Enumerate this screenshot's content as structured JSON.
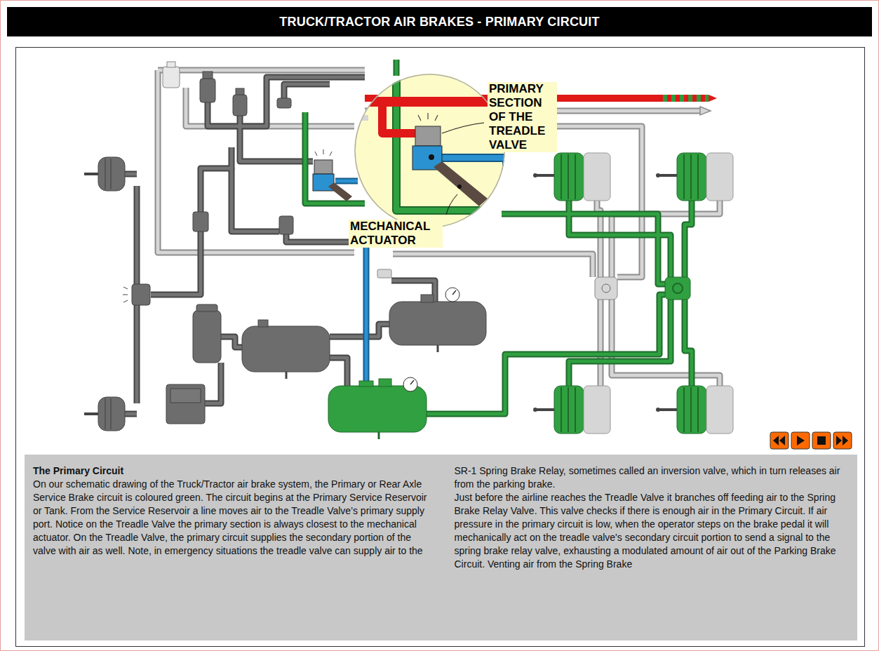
{
  "diagram": {
    "title": "TRUCK/TRACTOR AIR BRAKES - PRIMARY CIRCUIT",
    "nodes": [
      {
        "text": [
          "PRIMARY SECTION OF THE TREADLE VALVE",
          "MECHANICAL ACTUATOR"
        ]
      },
      {
        "text": [
          "The Primary Circuit",
          "On our schematic drawing of the Truck/Tractor air brake system, the Primary or Rear Axle Service Brake circuit is coloured green. The circuit begins at the Primary Service Reservoir or Tank. From the Service Reservoir a line moves air to the Treadle Valve’s primary supply port. Notice on the Treadle Valve the primary section is always closest to the mechanical actuator. On the Treadle Valve, the primary circuit supplies the secondary portion of the valve with air as well. Note, in emergency situations the treadle valve can supply air to the SR-1 Spring Brake Relay, sometimes called an inversion valve, which in turn releases air from the parking brake.",
          "Just before the airline reaches the Treadle Valve it branches off feeding air to the Spring Brake Relay Valve. This valve checks if there is enough air in the Primary Circuit. If air pressure in the primary circuit is low, when the operator steps on the brake pedal it will mechanically act on the treadle valve's secondary circuit portion to send a signal to the spring brake relay valve, exhausting a modulated amount of air out of the Parking Brake Circuit. Venting air from the Spring Brake"
        ]
      }
    ]
  }
}
